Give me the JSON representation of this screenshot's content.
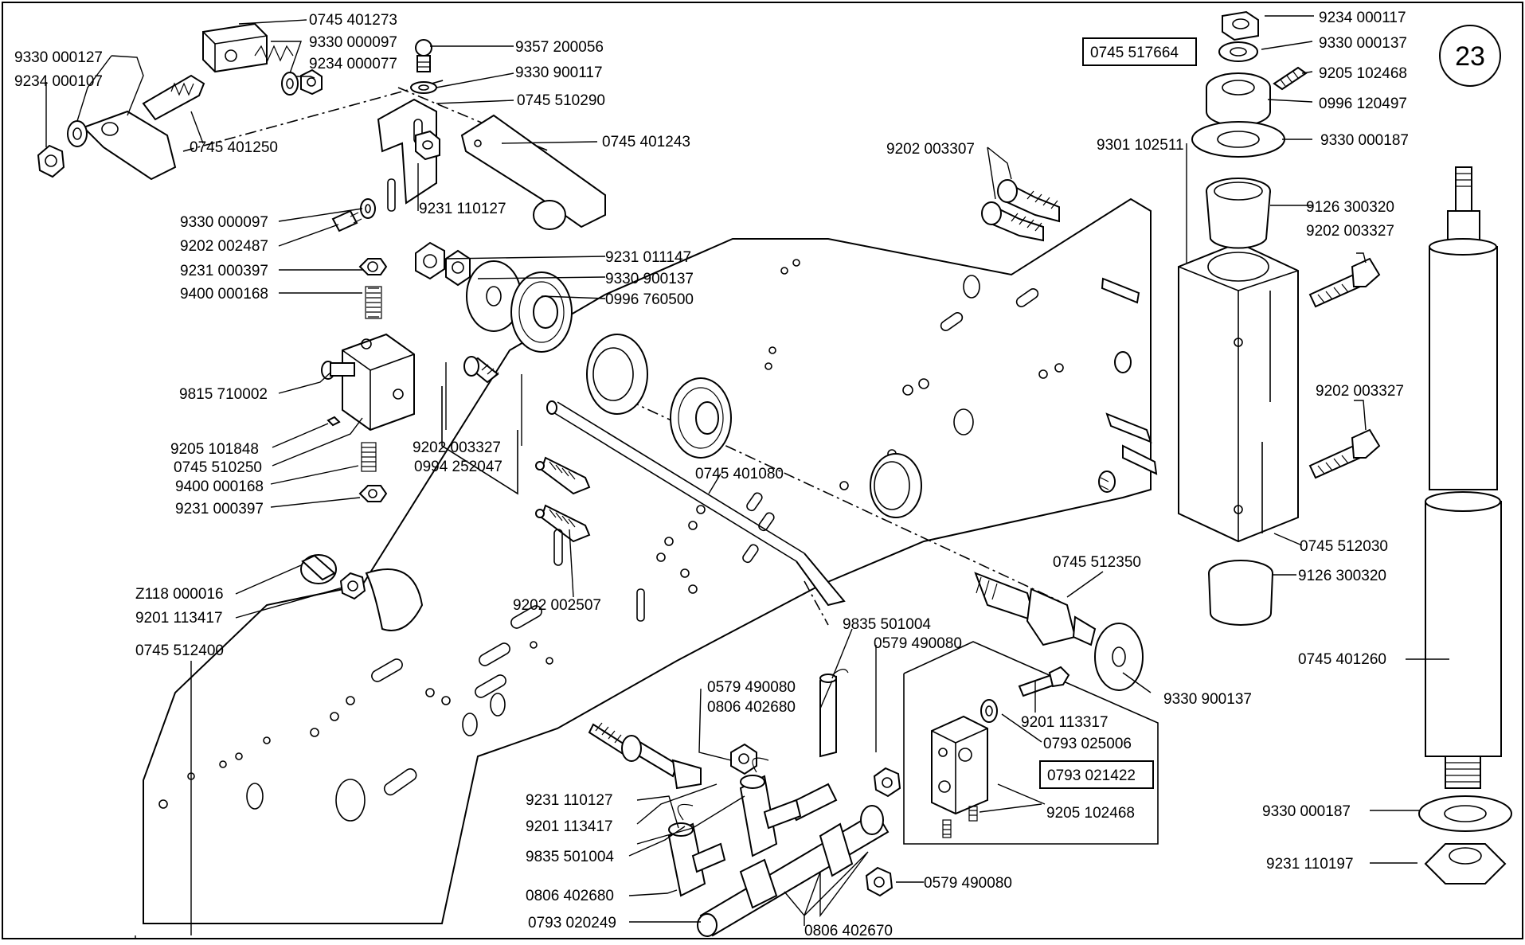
{
  "page_number": "23",
  "assembly_numbers": {
    "main": "0745 517664",
    "sub": "0793 021422"
  },
  "parts": {
    "p0745_401273": "0745 401273",
    "p9330_000097a": "9330 000097",
    "p9357_200056": "9357 200056",
    "p9330_000127": "9330 000127",
    "p9234_000077": "9234 000077",
    "p9234_000107": "9234 000107",
    "p9330_900117": "9330 900117",
    "p0745_510290": "0745 510290",
    "p0745_401250": "0745 401250",
    "p0745_401243": "0745 401243",
    "p9330_000097b": "9330 000097",
    "p9231_110127a": "9231 110127",
    "p9202_002487": "9202 002487",
    "p9231_011147": "9231 011147",
    "p9231_000397a": "9231 000397",
    "p9330_900137a": "9330 900137",
    "p9400_000168a": "9400 000168",
    "p0996_760500": "0996 760500",
    "p9815_710002": "9815 710002",
    "p9205_101848": "9205 101848",
    "p9202_003327a": "9202 003327",
    "p0745_510250": "0745 510250",
    "p0994_252047": "0994 252047",
    "p9400_000168b": "9400 000168",
    "p9231_000397b": "9231 000397",
    "p0745_401080": "0745 401080",
    "pZ118_000016": "Z118 000016",
    "p9201_113417a": "9201 113417",
    "p0745_512400": "0745 512400",
    "p9202_002507": "9202 002507",
    "p9835_501004a": "9835 501004",
    "p0579_490080a": "0579 490080",
    "p0579_490080b": "0579 490080",
    "p0806_402680a": "0806 402680",
    "p9231_110127b": "9231 110127",
    "p9201_113417b": "9201 113417",
    "p9835_501004b": "9835 501004",
    "p0806_402680b": "0806 402680",
    "p0793_020249": "0793 020249",
    "p0806_402670": "0806 402670",
    "p0579_490080c": "0579 490080",
    "p9201_113317": "9201 113317",
    "p0793_025006": "0793 025006",
    "p9205_102468a": "9205 102468",
    "p9330_900137b": "9330 900137",
    "p0745_512350": "0745 512350",
    "p9202_003307": "9202 003307",
    "p9301_102511": "9301 102511",
    "p9234_000117": "9234 000117",
    "p9330_000137": "9330 000137",
    "p9205_102468b": "9205 102468",
    "p0996_120497": "0996 120497",
    "p9330_000187a": "9330 000187",
    "p9126_300320a": "9126 300320",
    "p9202_003327b": "9202 003327",
    "p9202_003327c": "9202 003327",
    "p0745_512030": "0745 512030",
    "p9126_300320b": "9126 300320",
    "p0745_401260": "0745 401260",
    "p9330_000187b": "9330 000187",
    "p9231_110197": "9231 110197"
  }
}
